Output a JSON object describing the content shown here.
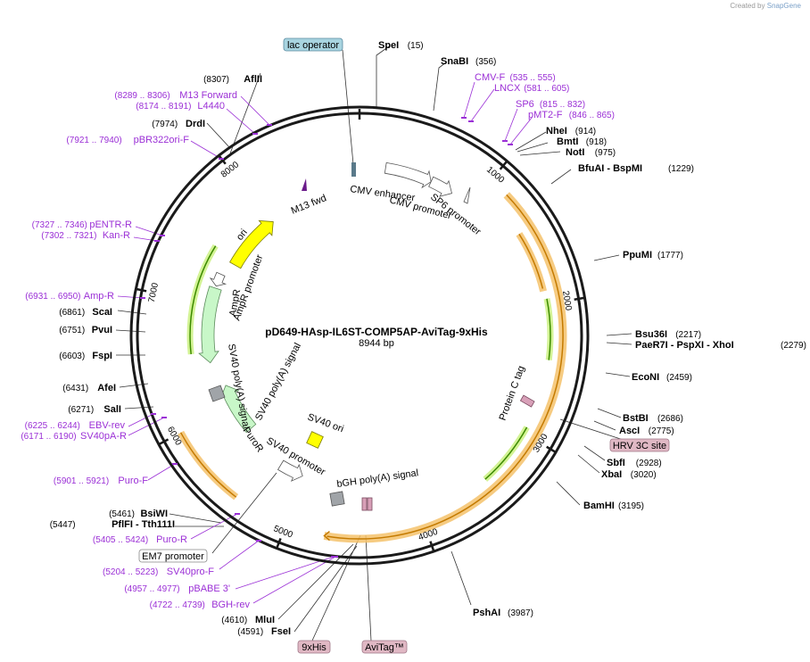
{
  "credit": {
    "prefix": "Created by",
    "brand": "SnapGene"
  },
  "plasmid": {
    "name": "pD649-HAsp-IL6ST-COMP5AP-AviTag-9xHis",
    "size_label": "8944 bp"
  },
  "ticks": [
    "1000",
    "2000",
    "3000",
    "4000",
    "5000",
    "6000",
    "7000",
    "8000"
  ],
  "sites": [
    {
      "name": "SpeI",
      "pos": "(15)"
    },
    {
      "name": "SnaBI",
      "pos": "(356)"
    },
    {
      "name": "NheI",
      "pos": "(914)"
    },
    {
      "name": "BmtI",
      "pos": "(918)"
    },
    {
      "name": "NotI",
      "pos": "(975)"
    },
    {
      "name": "BfuAI  -  BspMI",
      "pos": "(1229)"
    },
    {
      "name": "PpuMI",
      "pos": "(1777)"
    },
    {
      "name": "Bsu36I",
      "pos": "(2217)"
    },
    {
      "name": "PaeR7I  -  PspXI  -  XhoI",
      "pos": "(2279)"
    },
    {
      "name": "EcoNI",
      "pos": "(2459)"
    },
    {
      "name": "BstBI",
      "pos": "(2686)"
    },
    {
      "name": "AscI",
      "pos": "(2775)"
    },
    {
      "name": "SbfI",
      "pos": "(2928)"
    },
    {
      "name": "XbaI",
      "pos": "(3020)"
    },
    {
      "name": "BamHI",
      "pos": "(3195)"
    },
    {
      "name": "PshAI",
      "pos": "(3987)"
    },
    {
      "name": "AflII",
      "pos": "(8307)"
    },
    {
      "name": "DrdI",
      "pos": "(7974)"
    },
    {
      "name": "ScaI",
      "pos": "(6861)"
    },
    {
      "name": "PvuI",
      "pos": "(6751)"
    },
    {
      "name": "FspI",
      "pos": "(6603)"
    },
    {
      "name": "AfeI",
      "pos": "(6431)"
    },
    {
      "name": "SalI",
      "pos": "(6271)"
    },
    {
      "name": "BsiWI",
      "pos": "(5461)"
    },
    {
      "name": "PflFI  -  Tth111I",
      "pos": "(5447)"
    },
    {
      "name": "MluI",
      "pos": "(4610)"
    },
    {
      "name": "FseI",
      "pos": "(4591)"
    }
  ],
  "primers": [
    {
      "name": "CMV-F",
      "pos": "(535 .. 555)"
    },
    {
      "name": "LNCX",
      "pos": "(581 .. 605)"
    },
    {
      "name": "SP6",
      "pos": "(815 .. 832)"
    },
    {
      "name": "pMT2-F",
      "pos": "(846 .. 865)"
    },
    {
      "name": "M13 Forward",
      "pos": "(8289 .. 8306)"
    },
    {
      "name": "L4440",
      "pos": "(8174 .. 8191)"
    },
    {
      "name": "pBR322ori-F",
      "pos": "(7921 .. 7940)"
    },
    {
      "name": "pENTR-R",
      "pos": "(7327 .. 7346)"
    },
    {
      "name": "Kan-R",
      "pos": "(7302 .. 7321)"
    },
    {
      "name": "Amp-R",
      "pos": "(6931 .. 6950)"
    },
    {
      "name": "EBV-rev",
      "pos": "(6225 .. 6244)"
    },
    {
      "name": "SV40pA-R",
      "pos": "(6171 .. 6190)"
    },
    {
      "name": "Puro-F",
      "pos": "(5901 .. 5921)"
    },
    {
      "name": "Puro-R",
      "pos": "(5405 .. 5424)"
    },
    {
      "name": "SV40pro-F",
      "pos": "(5204 .. 5223)"
    },
    {
      "name": "pBABE 3'",
      "pos": "(4957 .. 4977)"
    },
    {
      "name": "BGH-rev",
      "pos": "(4722 .. 4739)"
    }
  ],
  "boxed_labels": {
    "lac_operator": "lac operator",
    "hrv": "HRV 3C site",
    "em7": "EM7 promoter",
    "his": "9xHis",
    "avi": "AviTag™"
  },
  "features": {
    "cmv_enhancer": "CMV enhancer",
    "cmv_promoter": "CMV promoter",
    "sp6": "SP6 promoter",
    "m13": "M13 fwd",
    "ori": "ori",
    "ampr": "AmpR",
    "ampr_promoter": "AmpR promoter",
    "sv40_polya_1": "SV40 poly(A) signal",
    "sv40_polya_2": "SV40 poly(A) signal",
    "puror": "PuroR",
    "sv40_promoter": "SV40 promoter",
    "sv40_ori": "SV40 ori",
    "bgh": "bGH poly(A) signal",
    "protein_c": "Protein C tag"
  },
  "colors": {
    "backbone": "#1a1a1a",
    "primer": "#9b30d6",
    "ori": "#ffff00",
    "ampr_fill": "#c8f7c8",
    "orf_halo": "#f5c26b",
    "orf_arrow": "#c47a00",
    "green_arrow": "#3d8b00",
    "gray_box": "#a0a4a8",
    "lac_box": "#a8d4e0",
    "tag_box": "#e0b8c4"
  }
}
